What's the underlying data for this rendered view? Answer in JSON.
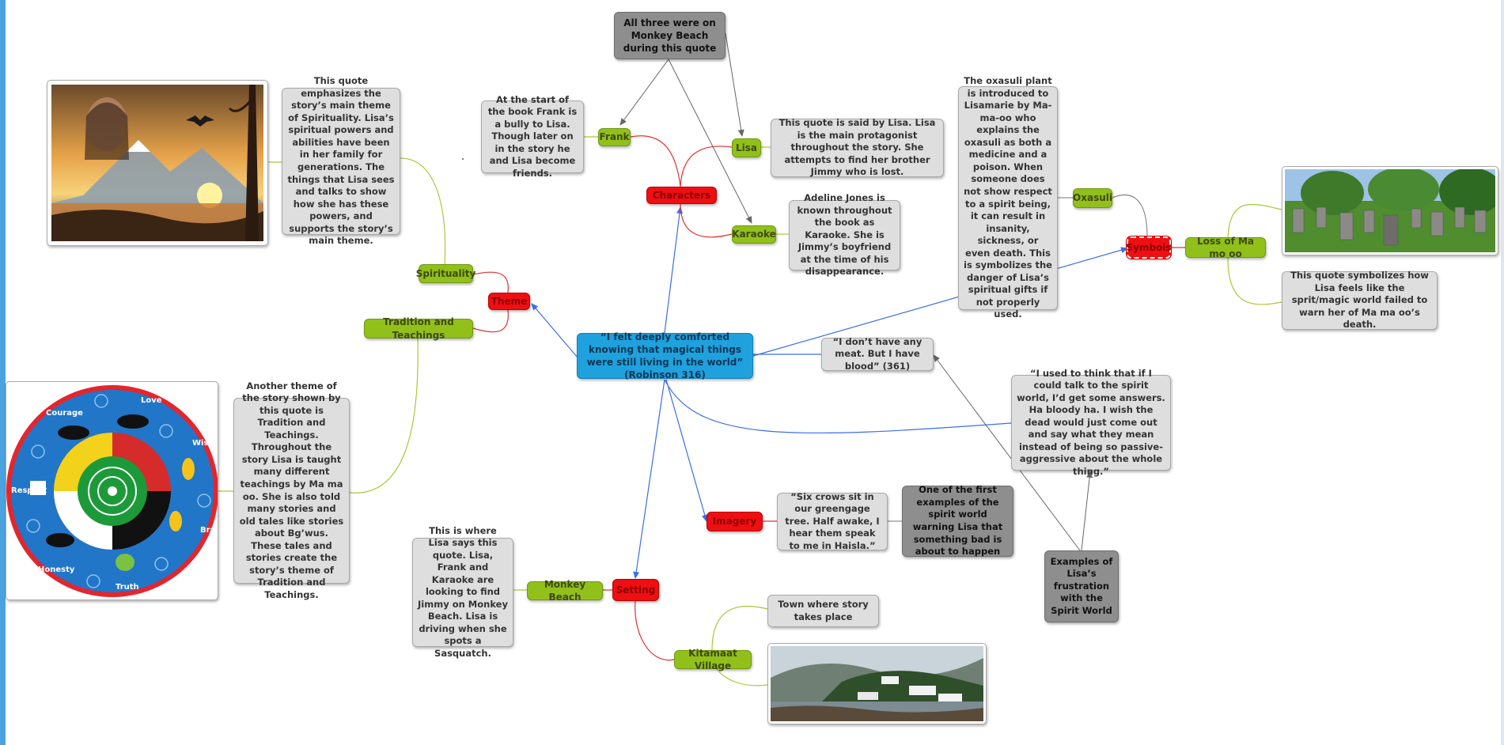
{
  "central": "“I felt deeply comforted knowing that magical things were still living in the world” (Robinson 316)",
  "categories": {
    "characters": "Characters",
    "theme": "Theme",
    "symbols": "Symbols",
    "imagery": "Imagery",
    "setting": "Setting"
  },
  "subtopics": {
    "frank": "Frank",
    "lisa": "Lisa",
    "karaoke": "Karaoke",
    "spirituality": "Spirituality",
    "tradition": "Tradition and Teachings",
    "oxasuli": "Oxasuli",
    "loss": "Loss of Ma mo oo",
    "monkey_beach": "Monkey Beach",
    "kitamaat": "Kitamaat Village"
  },
  "notes": {
    "all_three": "All three were on Monkey Beach during this quote",
    "frank": "At the start of the book Frank is a bully to Lisa. Though later on in the story he and Lisa become friends.",
    "lisa": "This quote is said by Lisa. Lisa is the main protagonist throughout the story. She attempts to find her brother Jimmy who is lost.",
    "karaoke": "Adeline Jones is known throughout the book as Karaoke. She is Jimmy’s boyfriend at the time of his disappearance.",
    "spirituality": "This quote emphasizes the story’s main theme of Spirituality. Lisa’s spiritual powers and abilities have been in her family for generations. The things that Lisa sees and talks to show how she has these powers, and supports the story’s main theme.",
    "tradition": "Another theme of the story shown by this quote is Tradition and Teachings. Throughout the story Lisa is taught many different teachings by Ma ma oo. She is also told many stories and old tales like stories about Bg’wus. These tales and stories create the story’s theme of Tradition and Teachings.",
    "oxasuli": "The oxasuli plant is introduced to Lisamarie by Ma-ma-oo who explains the oxasuli as both a medicine and a poison. When someone does not show respect to a spirit being, it can result in insanity, sickness, or even death. This is symbolizes the danger of Lisa’s spiritual gifts if not properly used.",
    "loss": "This quote symbolizes  how Lisa feels like the sprit/magic world failed to warn her of Ma ma oo’s death.",
    "meat": "“I don’t have any meat. But I have blood” (361)",
    "spirit_world": "“I used to think that if I could talk to the spirit world, I’d get some answers. Ha bloody ha. I wish the dead would just come out and say what they mean instead of being so passive-aggressive about the whole thing.”",
    "crows": "“Six crows sit in our greengage tree. Half awake, I hear them speak to me in Haisla.”",
    "first_examples": "One of the first examples of the spirit world warning Lisa that something bad is about to happen",
    "frustration": "Examples of Lisa’s frustration with the Spirit World",
    "monkey_beach": "This is where Lisa says this quote. Lisa, Frank and Karaoke are looking to find Jimmy on Monkey Beach. Lisa is driving when she spots a Sasquatch.",
    "town": "Town where story takes place"
  },
  "medicine_wheel_labels": [
    "Love",
    "Wisdom",
    "Bravery",
    "Truth",
    "Honesty",
    "Respect",
    "Courage"
  ],
  "colors": {
    "central": "#1fa1dd",
    "category": "#ee0f12",
    "subtopic": "#92c01a",
    "note": "#dedede",
    "dark_note": "#8e8e8e",
    "arrow_blue": "#3a6ee8",
    "connector_green": "#a8c83a",
    "connector_red": "#e03030"
  },
  "icons": [
    "spirit-woman-eagle-painting",
    "medicine-wheel-image",
    "cemetery-photo",
    "kitamaat-village-photo"
  ]
}
